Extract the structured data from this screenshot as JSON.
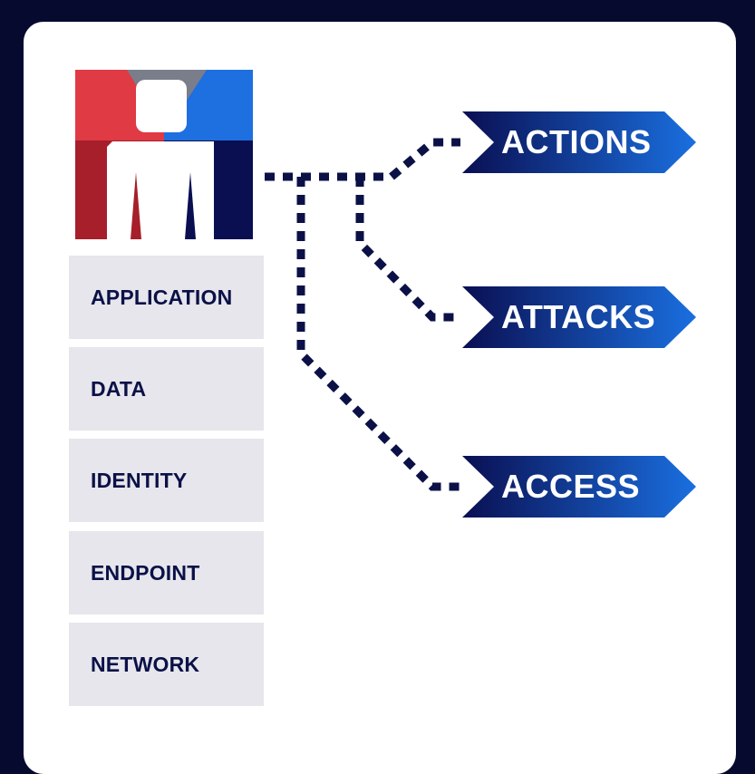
{
  "layers": [
    {
      "label": "APPLICATION"
    },
    {
      "label": "DATA"
    },
    {
      "label": "IDENTITY"
    },
    {
      "label": "ENDPOINT"
    },
    {
      "label": "NETWORK"
    }
  ],
  "outcomes": [
    {
      "label": "ACTIONS"
    },
    {
      "label": "ATTACKS"
    },
    {
      "label": "ACCESS"
    }
  ],
  "colors": {
    "background": "#060a2e",
    "card": "#ffffff",
    "layer_box": "#e6e6ec",
    "text_dark": "#0b1147",
    "dots": "#0b1147",
    "arrow_start": "#0a0f52",
    "arrow_end": "#1a6fe0",
    "icon_red": "#e03a45",
    "icon_dark_red": "#a61f2b",
    "icon_gray": "#7a7d8a",
    "icon_blue": "#1e6fe0",
    "icon_navy": "#0a0f52"
  },
  "icons": {
    "person": "user-icon"
  }
}
